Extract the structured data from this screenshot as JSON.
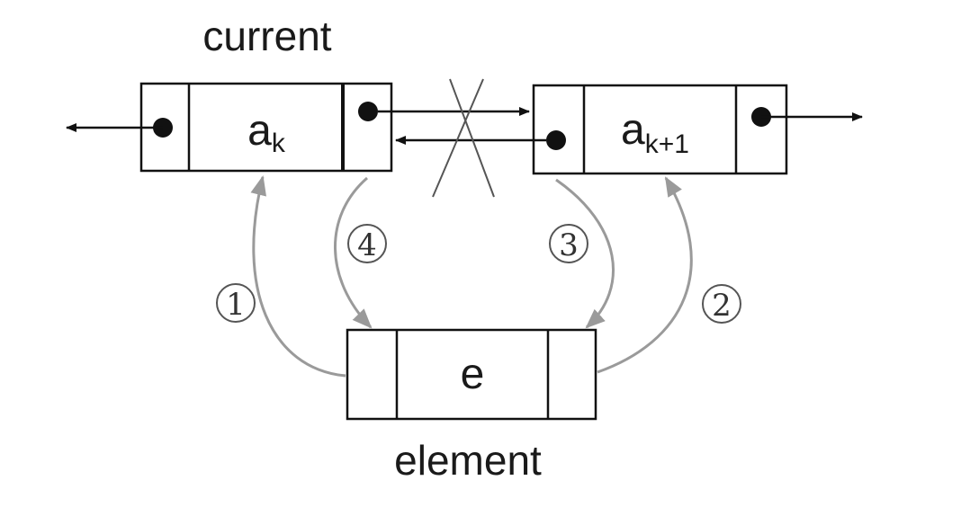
{
  "labels": {
    "current": "current",
    "element": "element"
  },
  "nodes": {
    "ak": {
      "base": "a",
      "sub": "k"
    },
    "ak1": {
      "base": "a",
      "sub": "k+1"
    },
    "e": {
      "text": "e"
    }
  },
  "steps": [
    "1",
    "2",
    "3",
    "4"
  ],
  "colors": {
    "stroke": "#111111",
    "step_arrow": "#999999",
    "background": "#ffffff"
  }
}
